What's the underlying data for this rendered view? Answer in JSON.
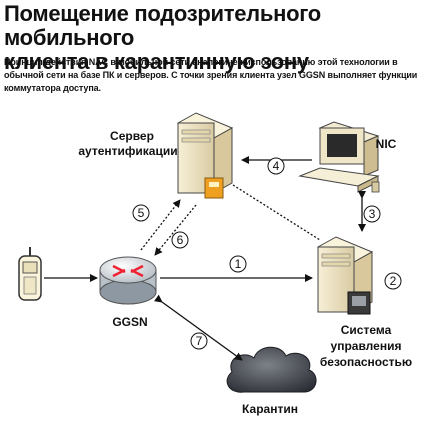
{
  "title_line1": "Помещение подозрительного мобильного",
  "title_line2": "клиента в карантинную зону",
  "caption": "Принцип действия NAC в мобильной сети аналогичен использованию этой технологии в обычной сети на базе ПК и серверов. С точки зрения клиента узел GGSN выполняет функции коммутатора доступа.",
  "nodes": {
    "auth_server_line1": "Сервер",
    "auth_server_line2": "аутентификации",
    "nic": "NIC",
    "ggsn": "GGSN",
    "security_line1": "Система",
    "security_line2": "управления",
    "security_line3": "безопасностью",
    "quarantine": "Карантин"
  },
  "steps": [
    "1",
    "2",
    "3",
    "4",
    "5",
    "6",
    "7"
  ]
}
